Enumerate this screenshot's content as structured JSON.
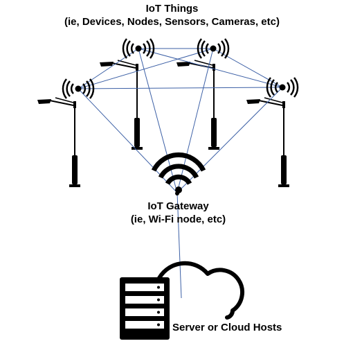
{
  "labels": {
    "things_title": "IoT Things",
    "things_sub": "(ie, Devices, Nodes, Sensors, Cameras, etc)",
    "gateway_title": "IoT Gateway",
    "gateway_sub": "(ie, Wi-Fi node, etc)",
    "server": "Server or Cloud Hosts"
  },
  "colors": {
    "link": "#3b5fa5",
    "ink": "#000000",
    "background": "#ffffff"
  },
  "icons": [
    "street-light-pole-icon",
    "wifi-broadcast-icon",
    "wifi-gateway-icon",
    "server-rack-icon",
    "cloud-icon"
  ]
}
